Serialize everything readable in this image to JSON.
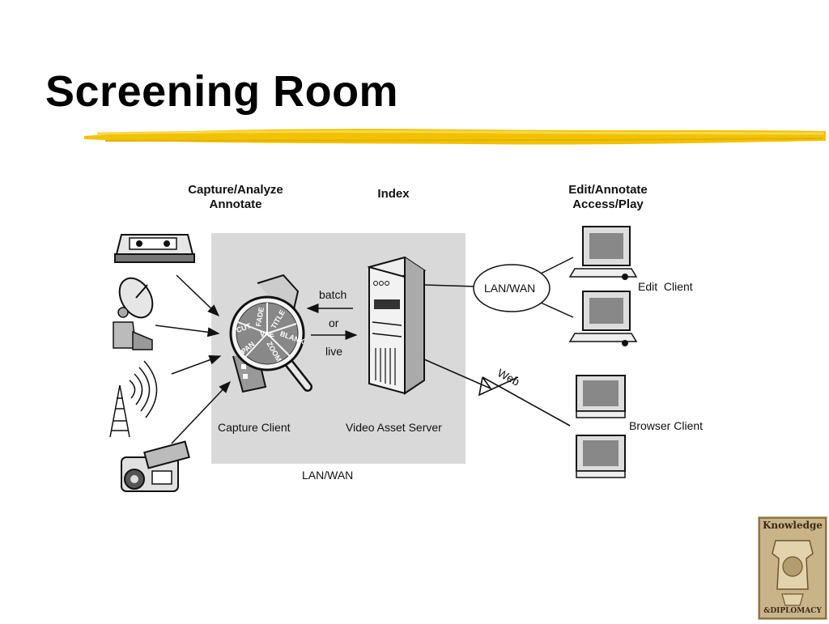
{
  "slide": {
    "title": "Screening Room"
  },
  "diagram": {
    "headers": {
      "capture_line1": "Capture/Analyze",
      "capture_line2": "Annotate",
      "index": "Index",
      "edit_line1": "Edit/Annotate",
      "edit_line2": "Access/Play"
    },
    "labels": {
      "batch": "batch",
      "or": "or",
      "live": "live",
      "capture_client": "Capture Client",
      "video_asset_server": "Video Asset Server",
      "lan_wan_bottom": "LAN/WAN",
      "lan_wan_cloud": "LAN/WAN",
      "web": "Web",
      "edit_client": "Edit  Client",
      "browser_client": "Browser Client"
    },
    "lens_words": [
      "CUT",
      "FADE",
      "TITLE",
      "VAE",
      "BLANK",
      "PAN",
      "ZOOM"
    ]
  },
  "logo": {
    "line1": "Knowledge",
    "line2": "&DIPLOMACY"
  },
  "colors": {
    "panel": "#d9d9d9",
    "brush": "#f2c200",
    "logo_bg": "#c9b48a"
  }
}
